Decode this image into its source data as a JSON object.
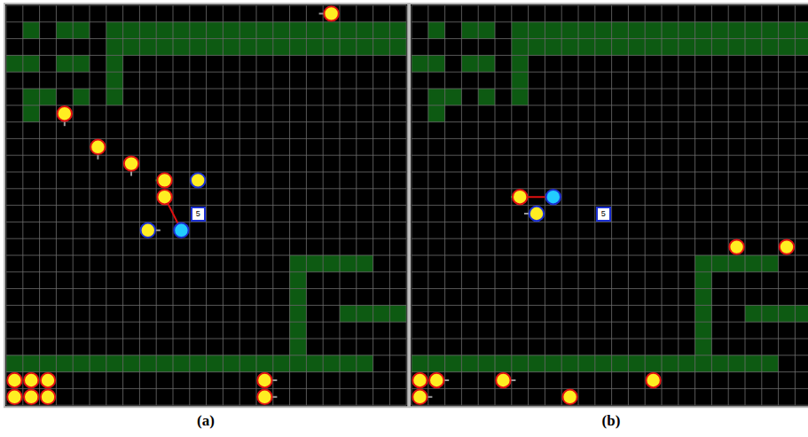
{
  "diagram": {
    "nodes": [
      {
        "text": [
          "5"
        ]
      },
      {
        "text": [
          "5"
        ]
      }
    ],
    "labels": [
      "(a)",
      "(b)"
    ]
  }
}
